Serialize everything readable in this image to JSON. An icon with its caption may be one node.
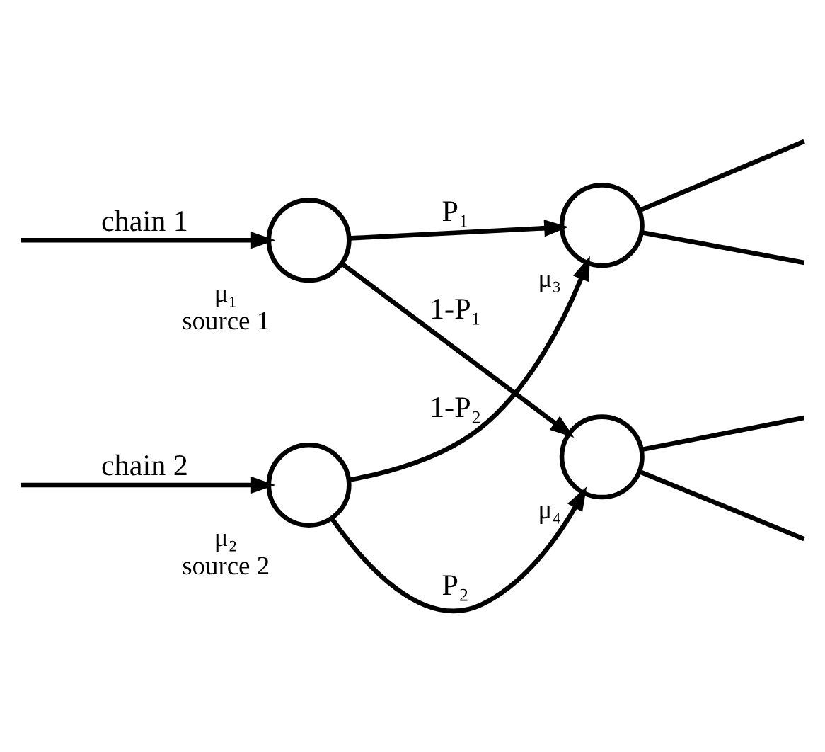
{
  "diagram": {
    "nodes": [
      {
        "text": [],
        "shape": "circle",
        "beside": [
          "μ₁",
          "source 1"
        ]
      },
      {
        "text": [],
        "shape": "circle",
        "beside": [
          "μ₂",
          "source 2"
        ]
      },
      {
        "text": [],
        "shape": "circle",
        "beside": [
          "μ₃"
        ]
      },
      {
        "text": [],
        "shape": "circle",
        "beside": [
          "μ₄"
        ]
      }
    ],
    "edges": [
      {
        "from": null,
        "to": 0,
        "arrow": "to",
        "label": "chain 1"
      },
      {
        "from": null,
        "to": 1,
        "arrow": "to",
        "label": "chain 2"
      },
      {
        "from": 0,
        "to": 2,
        "arrow": "to",
        "label": "P₁"
      },
      {
        "from": 0,
        "to": 3,
        "arrow": "to",
        "label": "1-P₁"
      },
      {
        "from": 1,
        "to": 2,
        "arrow": "to",
        "label": "1-P₂"
      },
      {
        "from": 1,
        "to": 3,
        "arrow": "to",
        "label": "P₂"
      },
      {
        "from": 2,
        "to": null,
        "arrow": "none"
      },
      {
        "from": 2,
        "to": null,
        "arrow": "none"
      },
      {
        "from": 3,
        "to": null,
        "arrow": "none"
      },
      {
        "from": 3,
        "to": null,
        "arrow": "none"
      }
    ]
  }
}
